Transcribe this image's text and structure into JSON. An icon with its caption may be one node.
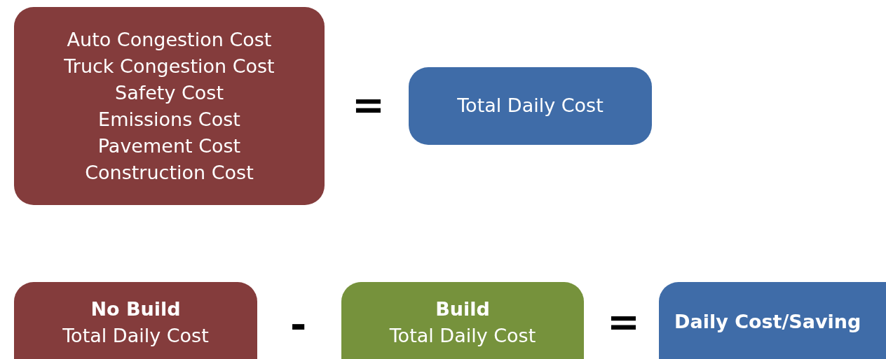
{
  "diagram": {
    "nodes": [
      {
        "text": [
          "Auto Congestion Cost",
          "Truck Congestion Cost",
          "Safety Cost",
          "Emissions Cost",
          "Pavement Cost",
          "Construction Cost"
        ]
      },
      {
        "text": [
          "Total Daily Cost"
        ]
      },
      {
        "text": [
          "No Build",
          "Total Daily Cost"
        ]
      },
      {
        "text": [
          "Build",
          "Total Daily Cost"
        ]
      },
      {
        "text": [
          "Daily Cost/Saving"
        ]
      }
    ],
    "labels": [
      "=",
      "-",
      "="
    ]
  }
}
